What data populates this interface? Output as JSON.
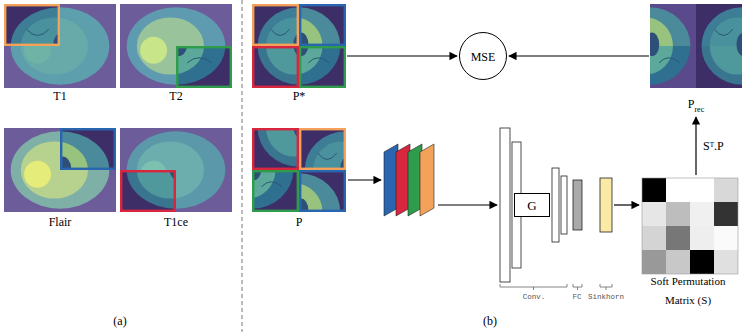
{
  "diagram": {
    "nodes": [
      {
        "text": [
          "T1"
        ]
      },
      {
        "text": [
          "T2"
        ]
      },
      {
        "text": [
          "Flair"
        ]
      },
      {
        "text": [
          "T1ce"
        ]
      },
      {
        "text": [
          "P*"
        ]
      },
      {
        "text": [
          "MSE"
        ]
      },
      {
        "text": [
          "P",
          "rec"
        ]
      },
      {
        "text": [
          "P"
        ]
      },
      {
        "text": [
          "G"
        ]
      },
      {
        "text": [
          "Soft Permutation Matrix (S)"
        ]
      }
    ],
    "edges": [
      {
        "from": 4,
        "to": 5,
        "arrow": "to"
      },
      {
        "from": 6,
        "to": 5,
        "arrow": "to"
      },
      {
        "from": 9,
        "to": 6,
        "label": "Sᵀ.P",
        "arrow": "to"
      }
    ],
    "labels": [
      "(a)",
      "(b)",
      "Conv.",
      "FC",
      "Sinkhorn"
    ]
  }
}
